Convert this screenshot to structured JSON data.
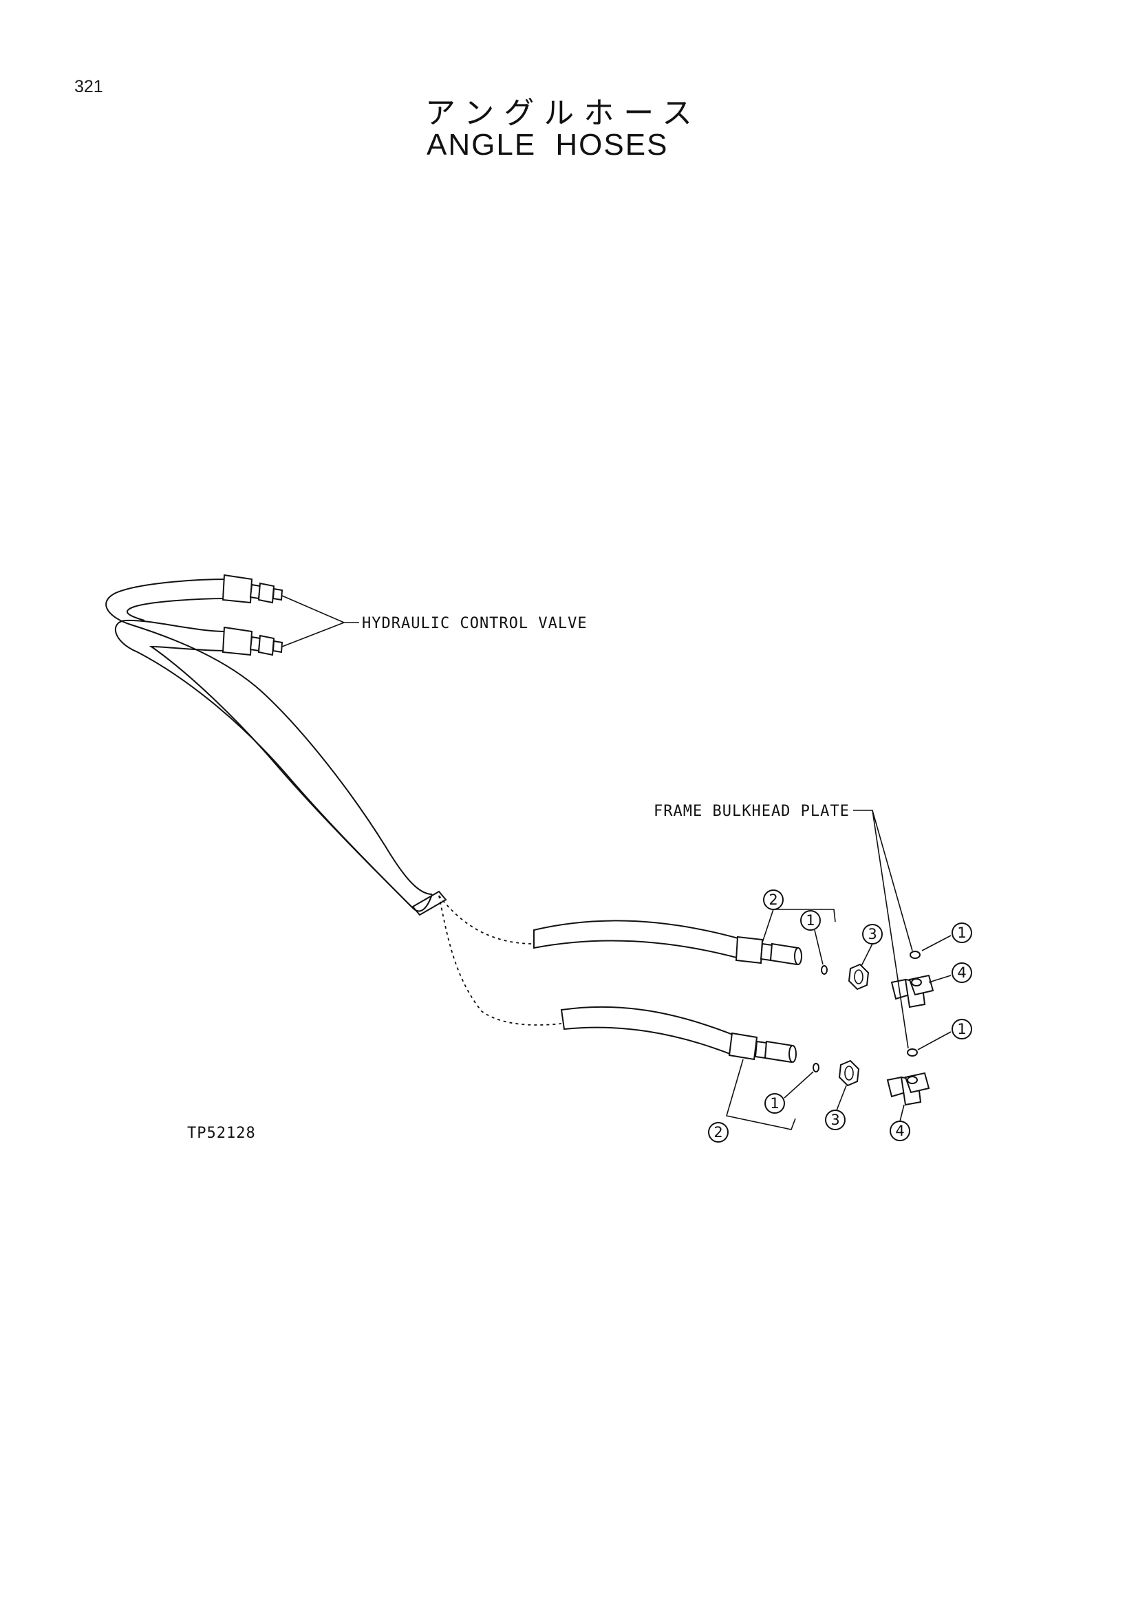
{
  "page": {
    "number": "321",
    "drawing_id": "TP52128"
  },
  "title": {
    "japanese": "アングルホース",
    "english": "ANGLE HOSES"
  },
  "labels": {
    "hydraulic_control_valve": "HYDRAULIC CONTROL VALVE",
    "frame_bulkhead_plate": "FRAME BULKHEAD PLATE"
  },
  "callouts": [
    "2",
    "1",
    "3",
    "1",
    "4",
    "1",
    "1",
    "3",
    "4",
    "2"
  ]
}
